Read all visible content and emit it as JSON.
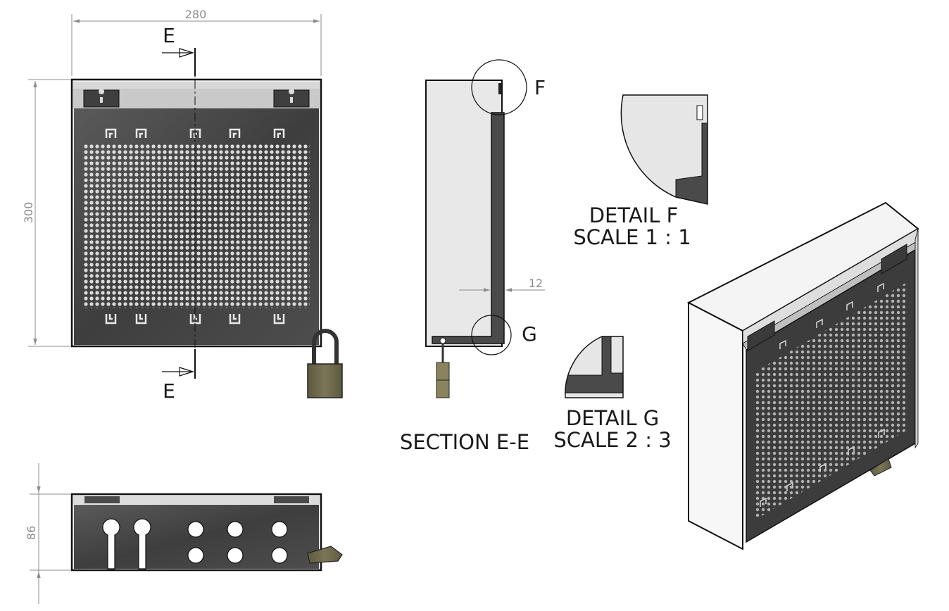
{
  "drawing": {
    "dimensions": {
      "width": "280",
      "height": "300",
      "depth": "86",
      "offset": "12"
    },
    "section_markers": {
      "top": "E",
      "bottom": "E"
    },
    "detail_markers": {
      "f": "F",
      "g": "G"
    },
    "captions": {
      "section_label": "SECTION E-E",
      "detail_f_title": "DETAIL F",
      "detail_f_scale": "SCALE 1 : 1",
      "detail_g_title": "DETAIL G",
      "detail_g_scale": "SCALE 2 : 3"
    },
    "colors": {
      "panel": "#4a4a4a",
      "frame": "#d8d8d8",
      "lock_body": "#6f6a4c",
      "lock_shackle": "#333333",
      "section_fill": "#e6e6e6",
      "dimension": "#8c8c8c"
    }
  }
}
